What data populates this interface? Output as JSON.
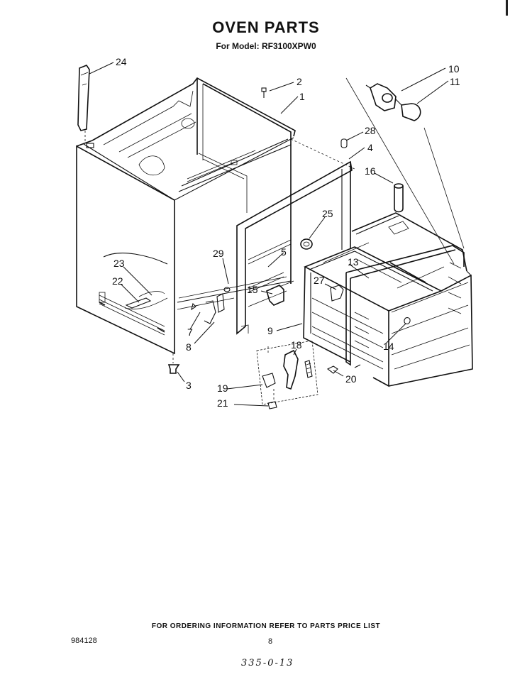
{
  "header": {
    "title": "OVEN PARTS",
    "model_line": "For Model: RF3100XPW0"
  },
  "callouts": [
    "24",
    "2",
    "1",
    "10",
    "11",
    "28",
    "4",
    "16",
    "25",
    "29",
    "5",
    "23",
    "13",
    "27",
    "22",
    "15",
    "7",
    "8",
    "9",
    "14",
    "18",
    "3",
    "19",
    "20",
    "21"
  ],
  "footer": {
    "ordering_note": "FOR ORDERING INFORMATION REFER TO PARTS PRICE LIST",
    "doc_number": "984128",
    "page_number": "8",
    "handwritten_code": "335-0-13"
  }
}
